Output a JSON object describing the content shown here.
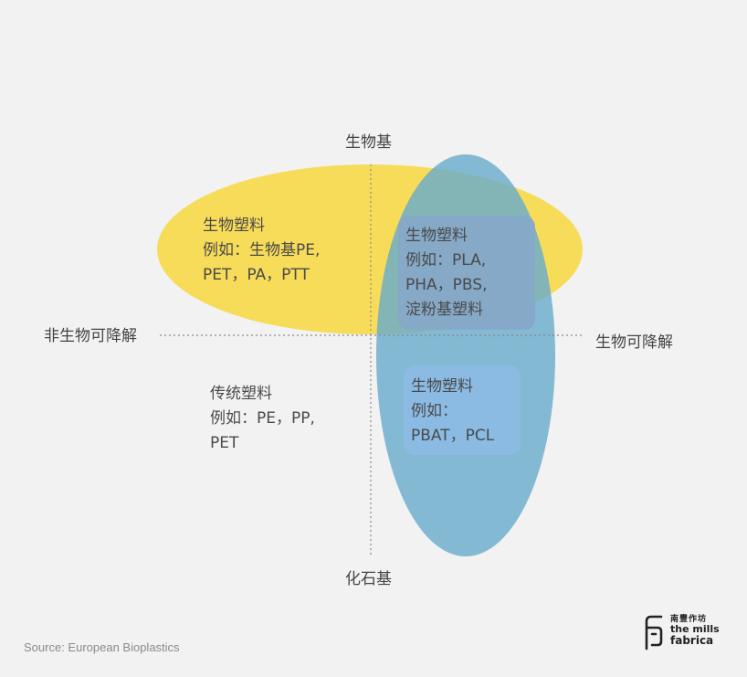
{
  "colors": {
    "background": "#f2f2f2",
    "yellow_ellipse": "#f7dc5a",
    "blue_ellipse": "#6fb0cc",
    "overlap_box": "#8aa9c8",
    "lower_box": "#8fb8e0",
    "axis_line": "#888888",
    "text": "#4a4a4a"
  },
  "axes": {
    "top": "生物基",
    "bottom": "化石基",
    "left": "非生物可降解",
    "right": "生物可降解"
  },
  "quadrants": {
    "bio_plastics_nondegradable": {
      "title": "生物塑料",
      "line2": "例如：生物基PE,",
      "line3": "PET，PA，PTT"
    },
    "bio_plastics_degradable_biobased": {
      "title": "生物塑料",
      "line2": "例如：PLA,",
      "line3": "PHA，PBS,",
      "line4": "淀粉基塑料"
    },
    "traditional_plastics": {
      "title": "传统塑料",
      "line2": "例如：PE，PP,",
      "line3": "PET"
    },
    "bio_plastics_degradable_fossil": {
      "title": "生物塑料",
      "line2": "例如：",
      "line3": "PBAT，PCL"
    }
  },
  "source": "Source: European Bioplastics",
  "logo": {
    "cn": "南豐作坊",
    "en1": "the mills",
    "en2": "fabrica",
    "icon": "fabrica-logo-icon"
  }
}
